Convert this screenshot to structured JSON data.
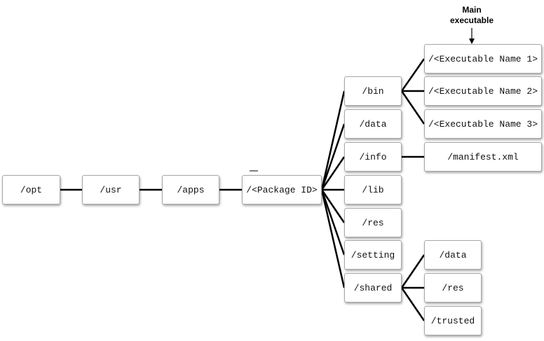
{
  "diagram": {
    "root_path": [
      {
        "id": "opt",
        "label": "/opt"
      },
      {
        "id": "usr",
        "label": "/usr"
      },
      {
        "id": "apps",
        "label": "/apps"
      },
      {
        "id": "package",
        "label": "/<Package ID>"
      }
    ],
    "package_children": [
      {
        "id": "bin",
        "label": "/bin"
      },
      {
        "id": "data",
        "label": "/data"
      },
      {
        "id": "info",
        "label": "/info"
      },
      {
        "id": "lib",
        "label": "/lib"
      },
      {
        "id": "res",
        "label": "/res"
      },
      {
        "id": "setting",
        "label": "/setting"
      },
      {
        "id": "shared",
        "label": "/shared"
      }
    ],
    "bin_children": [
      {
        "id": "exe1",
        "label": "/<Executable Name 1>"
      },
      {
        "id": "exe2",
        "label": "/<Executable Name 2>"
      },
      {
        "id": "exe3",
        "label": "/<Executable Name 3>"
      }
    ],
    "info_children": [
      {
        "id": "manifest",
        "label": "/manifest.xml"
      }
    ],
    "shared_children": [
      {
        "id": "shared_data",
        "label": "/data"
      },
      {
        "id": "shared_res",
        "label": "/res"
      },
      {
        "id": "shared_trusted",
        "label": "/trusted"
      }
    ],
    "callout": {
      "line1": "Main",
      "line2": "executable"
    },
    "colors": {
      "line": "#000000",
      "box_border": "#a8a8a8"
    }
  }
}
